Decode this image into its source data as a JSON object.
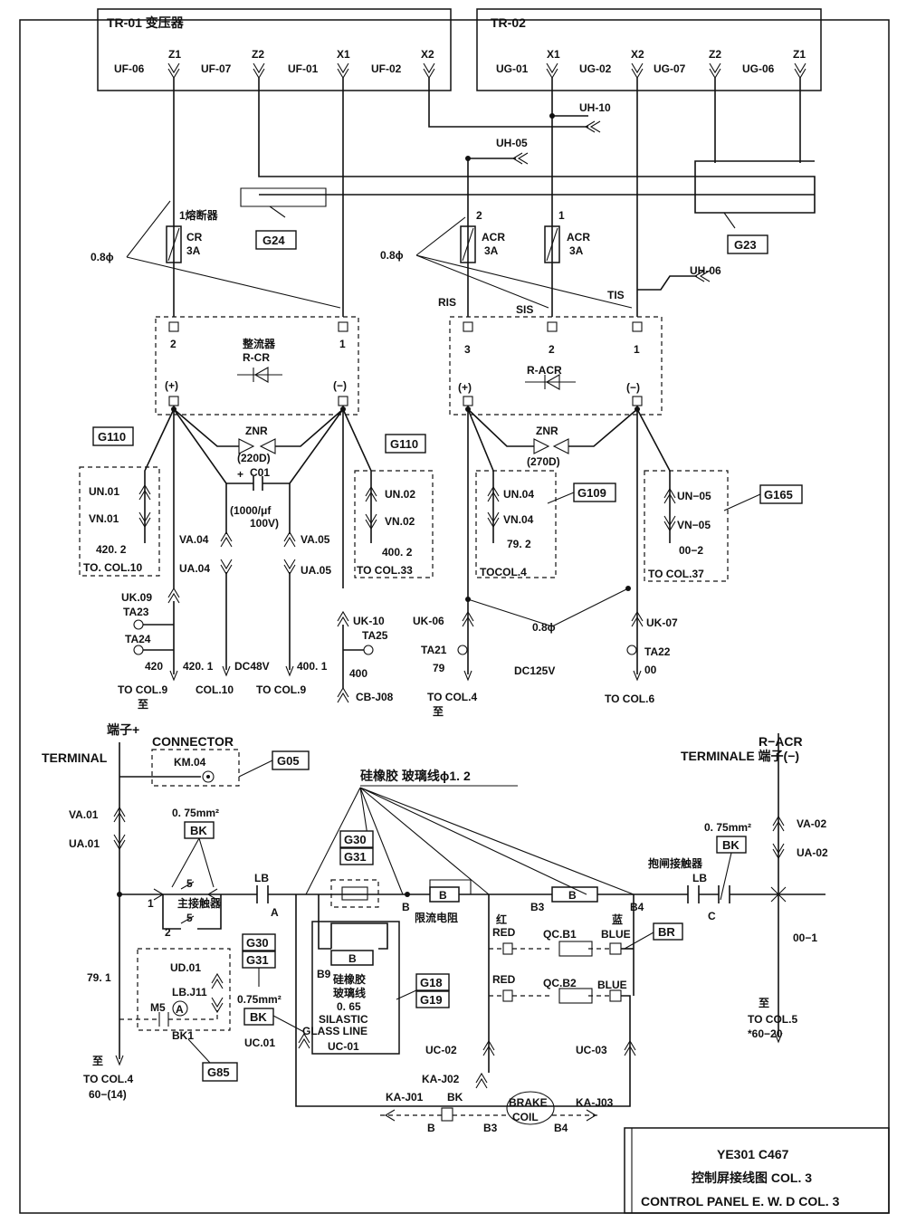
{
  "transformers": {
    "tr01": {
      "title": "TR-01 变压器",
      "terminals": [
        {
          "term": "Z1",
          "plug": "UF-06"
        },
        {
          "term": "Z2",
          "plug": "UF-07"
        },
        {
          "term": "X1",
          "plug": "UF-01"
        },
        {
          "term": "X2",
          "plug": "UF-02"
        }
      ]
    },
    "tr02": {
      "title": "TR-02",
      "terminals": [
        {
          "term": "X1",
          "plug": "UG-01"
        },
        {
          "term": "X2",
          "plug": "UG-02"
        },
        {
          "term": "Z2",
          "plug": "UG-07"
        },
        {
          "term": "Z1",
          "plug": "UG-06"
        }
      ]
    }
  },
  "connectors": {
    "uh10": "UH-10",
    "uh05": "UH-05",
    "uh06": "UH-06",
    "uk09": "UK.09",
    "uk10": "UK-10",
    "uk06": "UK-06",
    "uk07": "UK-07",
    "ta23": "TA23",
    "ta24": "TA24",
    "ta25": "TA25",
    "ta21": "TA21",
    "ta22": "TA22",
    "va04": "VA.04",
    "ua04": "UA.04",
    "va05": "VA.05",
    "ua05": "UA.05",
    "cbj08": "CB-J08",
    "va01": "VA.01",
    "ua01": "UA.01",
    "va02": "VA-02",
    "ua02": "UA-02",
    "uc01a": "UC.01",
    "uc01b": "UC-01",
    "uc02": "UC-02",
    "uc03": "UC-03",
    "kaj01": "KA-J01",
    "kaj02": "KA-J02",
    "kaj03": "KA-J03"
  },
  "fuses": {
    "fuse_note": "1熔断器",
    "cr": {
      "name": "CR",
      "rating": "3A"
    },
    "acr2": {
      "num": "2",
      "name": "ACR",
      "rating": "3A"
    },
    "acr1": {
      "num": "1",
      "name": "ACR",
      "rating": "3A"
    },
    "wire_left": "0.8ϕ",
    "wire_right": "0.8ϕ",
    "wire_bottom": "0.8ϕ"
  },
  "rectifiers": {
    "rcr": {
      "cn": "整流器",
      "name": "R-CR",
      "pin2": "2",
      "pin1": "1",
      "plus": "(+)",
      "minus": "(−)"
    },
    "racr": {
      "name": "R-ACR",
      "pin3": "3",
      "pin2": "2",
      "pin1": "1",
      "plus": "(+)",
      "minus": "(−)",
      "ris": "RIS",
      "sis": "SIS",
      "tis": "TIS"
    }
  },
  "components": {
    "znr_left": {
      "name": "ZNR",
      "value": "(220D)"
    },
    "znr_right": {
      "name": "ZNR",
      "value": "(270D)"
    },
    "c01": {
      "plus": "+",
      "name": "C01",
      "value1": "(1000/μf",
      "value2": "100V)"
    }
  },
  "groups": {
    "g110a": {
      "tag": "G110",
      "top": "UN.01",
      "mid": "VN.01",
      "num": "420. 2",
      "to": "TO. COL.10"
    },
    "g110b": {
      "tag": "G110",
      "top": "UN.02",
      "mid": "VN.02",
      "num": "400. 2",
      "to": "TO COL.33"
    },
    "g109": {
      "tag": "G109",
      "top": "UN.04",
      "mid": "VN.04",
      "num": "79. 2",
      "to": "TOCOL.4"
    },
    "g165": {
      "tag": "G165",
      "top": "UN−05",
      "mid": "VN−05",
      "num": "00−2",
      "to": "TO COL.37"
    }
  },
  "tags": {
    "g24": "G24",
    "g23": "G23",
    "g05": "G05",
    "g30a": "G30",
    "g31a": "G31",
    "g30b": "G30",
    "g31b": "G31",
    "g18": "G18",
    "g19": "G19",
    "g85": "G85",
    "bk1": "BK",
    "bk2": "BK",
    "bk3": "BK",
    "br": "BR"
  },
  "lower_left": {
    "n420": "420",
    "n4201": "420. 1",
    "dc48": "DC48V",
    "n4001": "400. 1",
    "n400": "400",
    "tocol9a": "TO COL.9",
    "zhi_a": "至",
    "col10": "COL.10",
    "tocol9b": "TO COL.9"
  },
  "lower_right": {
    "n79": "79",
    "dc125": "DC125V",
    "n00": "00",
    "tocol4": "TO  COL.4",
    "zhi_b": "至",
    "tocol6": "TO  COL.6"
  },
  "bottom": {
    "terminal_cn": "端子+",
    "connector": "CONNECTOR",
    "terminal": "TERMINAL",
    "km04": "KM.04",
    "silicone_note": "硅橡胶   玻璃线ϕ1. 2",
    "racr_top": "R−ACR",
    "terminale": "TERMINALE 端子(−)",
    "wire075a": "0. 75mm²",
    "wire075b": "0. 75mm²",
    "wire075c": "0.75mm²",
    "main_contactor": "主接触器",
    "c1": "1",
    "c5a": "5",
    "c2": "2",
    "c5b": "5",
    "lb1": "LB",
    "a": "A",
    "lb2": "LB",
    "c": "C",
    "b": "B",
    "b_box1": "B",
    "b_box2": "B",
    "b_box3": "B",
    "limit_res": "限流电阻",
    "b3": "B3",
    "b4": "B4",
    "b9": "B9",
    "brake_contactor": "抱闸接触器",
    "red_cn": "红",
    "red1": "RED",
    "red2": "RED",
    "blue_cn": "蓝",
    "blue1": "BLUE",
    "blue2": "BLUE",
    "qcb1": "QC.B1",
    "qcb2": "QC.B2",
    "n791": "79. 1",
    "ud01": "UD.01",
    "lbj11": "LB.J11",
    "m5": "M5",
    "a_meter": "A",
    "bk1": "BK1",
    "silastic_cn1": "硅橡胶",
    "silastic_cn2": "玻璃线",
    "n065": "0. 65",
    "silastic": "SILASTIC",
    "glass": "GLASS LINE",
    "n001": "00−1",
    "zhi_c": "至",
    "tocol5": "TO  COL.5",
    "n6020": "*60−20",
    "zhi_d": "至",
    "tocol4b": "TO  COL.4",
    "n6014": "60−(14)",
    "brake": "BRAKE",
    "coil": "COIL",
    "b_bottom": "B",
    "b3_bottom": "B3",
    "b4_bottom": "B4",
    "bk_bottom": "BK"
  },
  "titleblock": {
    "model": "YE301 C467",
    "cn": "控制屏接线图 COL. 3",
    "en": "CONTROL PANEL E. W. D COL. 3"
  }
}
